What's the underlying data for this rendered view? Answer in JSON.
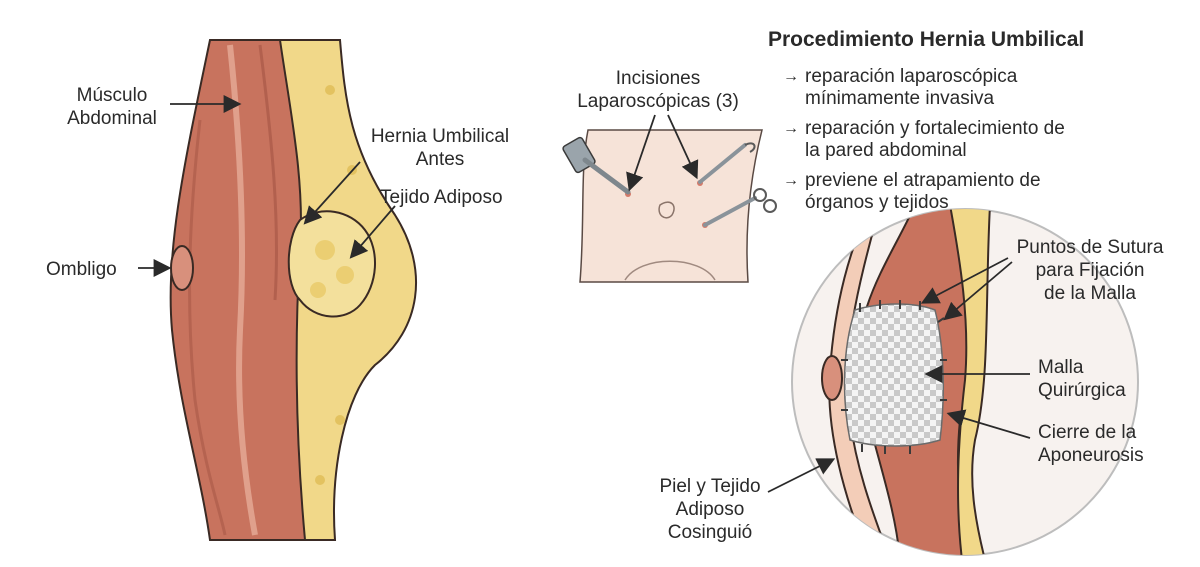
{
  "colors": {
    "muscle": "#c8735e",
    "muscle_light": "#e9b39f",
    "fat": "#f1d889",
    "skin": "#f3cdb8",
    "outline": "#3a2a24",
    "mesh": "#bdbdbd"
  },
  "labels": {
    "musculo": "Músculo\nAbdominal",
    "ombligo": "Ombligo",
    "hernia_antes": "Hernia Umbilical\nAntes",
    "tejido_adiposo": "Tejido Adiposo",
    "incisiones": "Incisiones\nLaparoscópicas (3)",
    "puntos_sutura": "Puntos de Sutura\npara Fijación\nde la Malla",
    "malla": "Malla\nQuirúrgica",
    "cierre": "Cierre de la\nAponeurosis",
    "piel": "Piel y Tejido\nAdiposo\nCosinguió"
  },
  "procedure": {
    "title": "Procedimiento Hernia Umbilical",
    "bullet_arrow": "→",
    "items": [
      "reparación laparoscópica\nmínimamente invasiva",
      "reparación y fortalecimiento de\nla pared abdominal",
      "previene el atrapamiento de\nórganos y tejidos"
    ]
  }
}
